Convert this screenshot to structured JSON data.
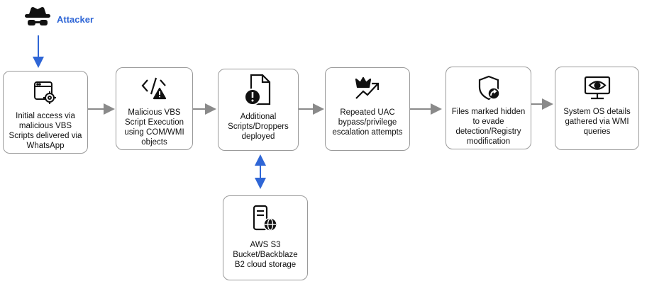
{
  "attacker": {
    "label": "Attacker",
    "icon": "spy-icon"
  },
  "steps": [
    {
      "id": "initial-access",
      "icon": "browser-target-icon",
      "label": "Initial access via malicious VBS Scripts delivered via WhatsApp"
    },
    {
      "id": "vbs-execution",
      "icon": "code-warning-icon",
      "label": "Malicious VBS Script Execution using COM/WMI objects"
    },
    {
      "id": "droppers",
      "icon": "file-warning-icon",
      "label": "Additional Scripts/Droppers deployed"
    },
    {
      "id": "uac-bypass",
      "icon": "crown-escalation-icon",
      "label": "Repeated UAC bypass/privilege escalation attempts"
    },
    {
      "id": "hidden-files",
      "icon": "shield-redirect-icon",
      "label": "Files marked hidden to evade detection/Registry modification"
    },
    {
      "id": "os-details",
      "icon": "monitor-eye-icon",
      "label": "System OS details gathered via WMI queries"
    }
  ],
  "storage": {
    "icon": "server-globe-icon",
    "label": "AWS S3 Bucket/Backblaze B2 cloud storage"
  },
  "colors": {
    "accent": "#2f66d6",
    "arrow": "#8a8a8a",
    "border": "#9a9a9a",
    "icon": "#111111"
  }
}
